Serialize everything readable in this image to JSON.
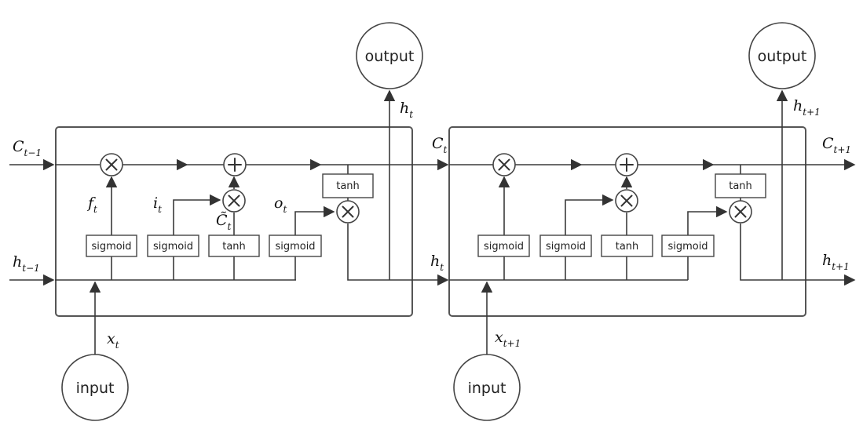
{
  "gates": {
    "sigmoid": "sigmoid",
    "tanh": "tanh"
  },
  "io": {
    "input": "input",
    "output": "output"
  },
  "labels": {
    "C_prev": {
      "main": "C",
      "sub": "t−1"
    },
    "h_prev": {
      "main": "h",
      "sub": "t−1"
    },
    "x_t": {
      "main": "x",
      "sub": "t"
    },
    "f_t": {
      "main": "f",
      "sub": "t"
    },
    "i_t": {
      "main": "i",
      "sub": "t"
    },
    "Ctilde_t": {
      "main": "C̃",
      "sub": "t"
    },
    "o_t": {
      "main": "o",
      "sub": "t"
    },
    "h_t_out": {
      "main": "h",
      "sub": "t"
    },
    "C_t": {
      "main": "C",
      "sub": "t"
    },
    "h_t": {
      "main": "h",
      "sub": "t"
    },
    "x_next": {
      "main": "x",
      "sub": "t+1"
    },
    "h_next_out": {
      "main": "h",
      "sub": "t+1"
    },
    "C_next": {
      "main": "C",
      "sub": "t+1"
    },
    "h_next": {
      "main": "h",
      "sub": "t+1"
    }
  },
  "colors": {
    "line": "#3a3a3a",
    "background": "#ffffff"
  }
}
